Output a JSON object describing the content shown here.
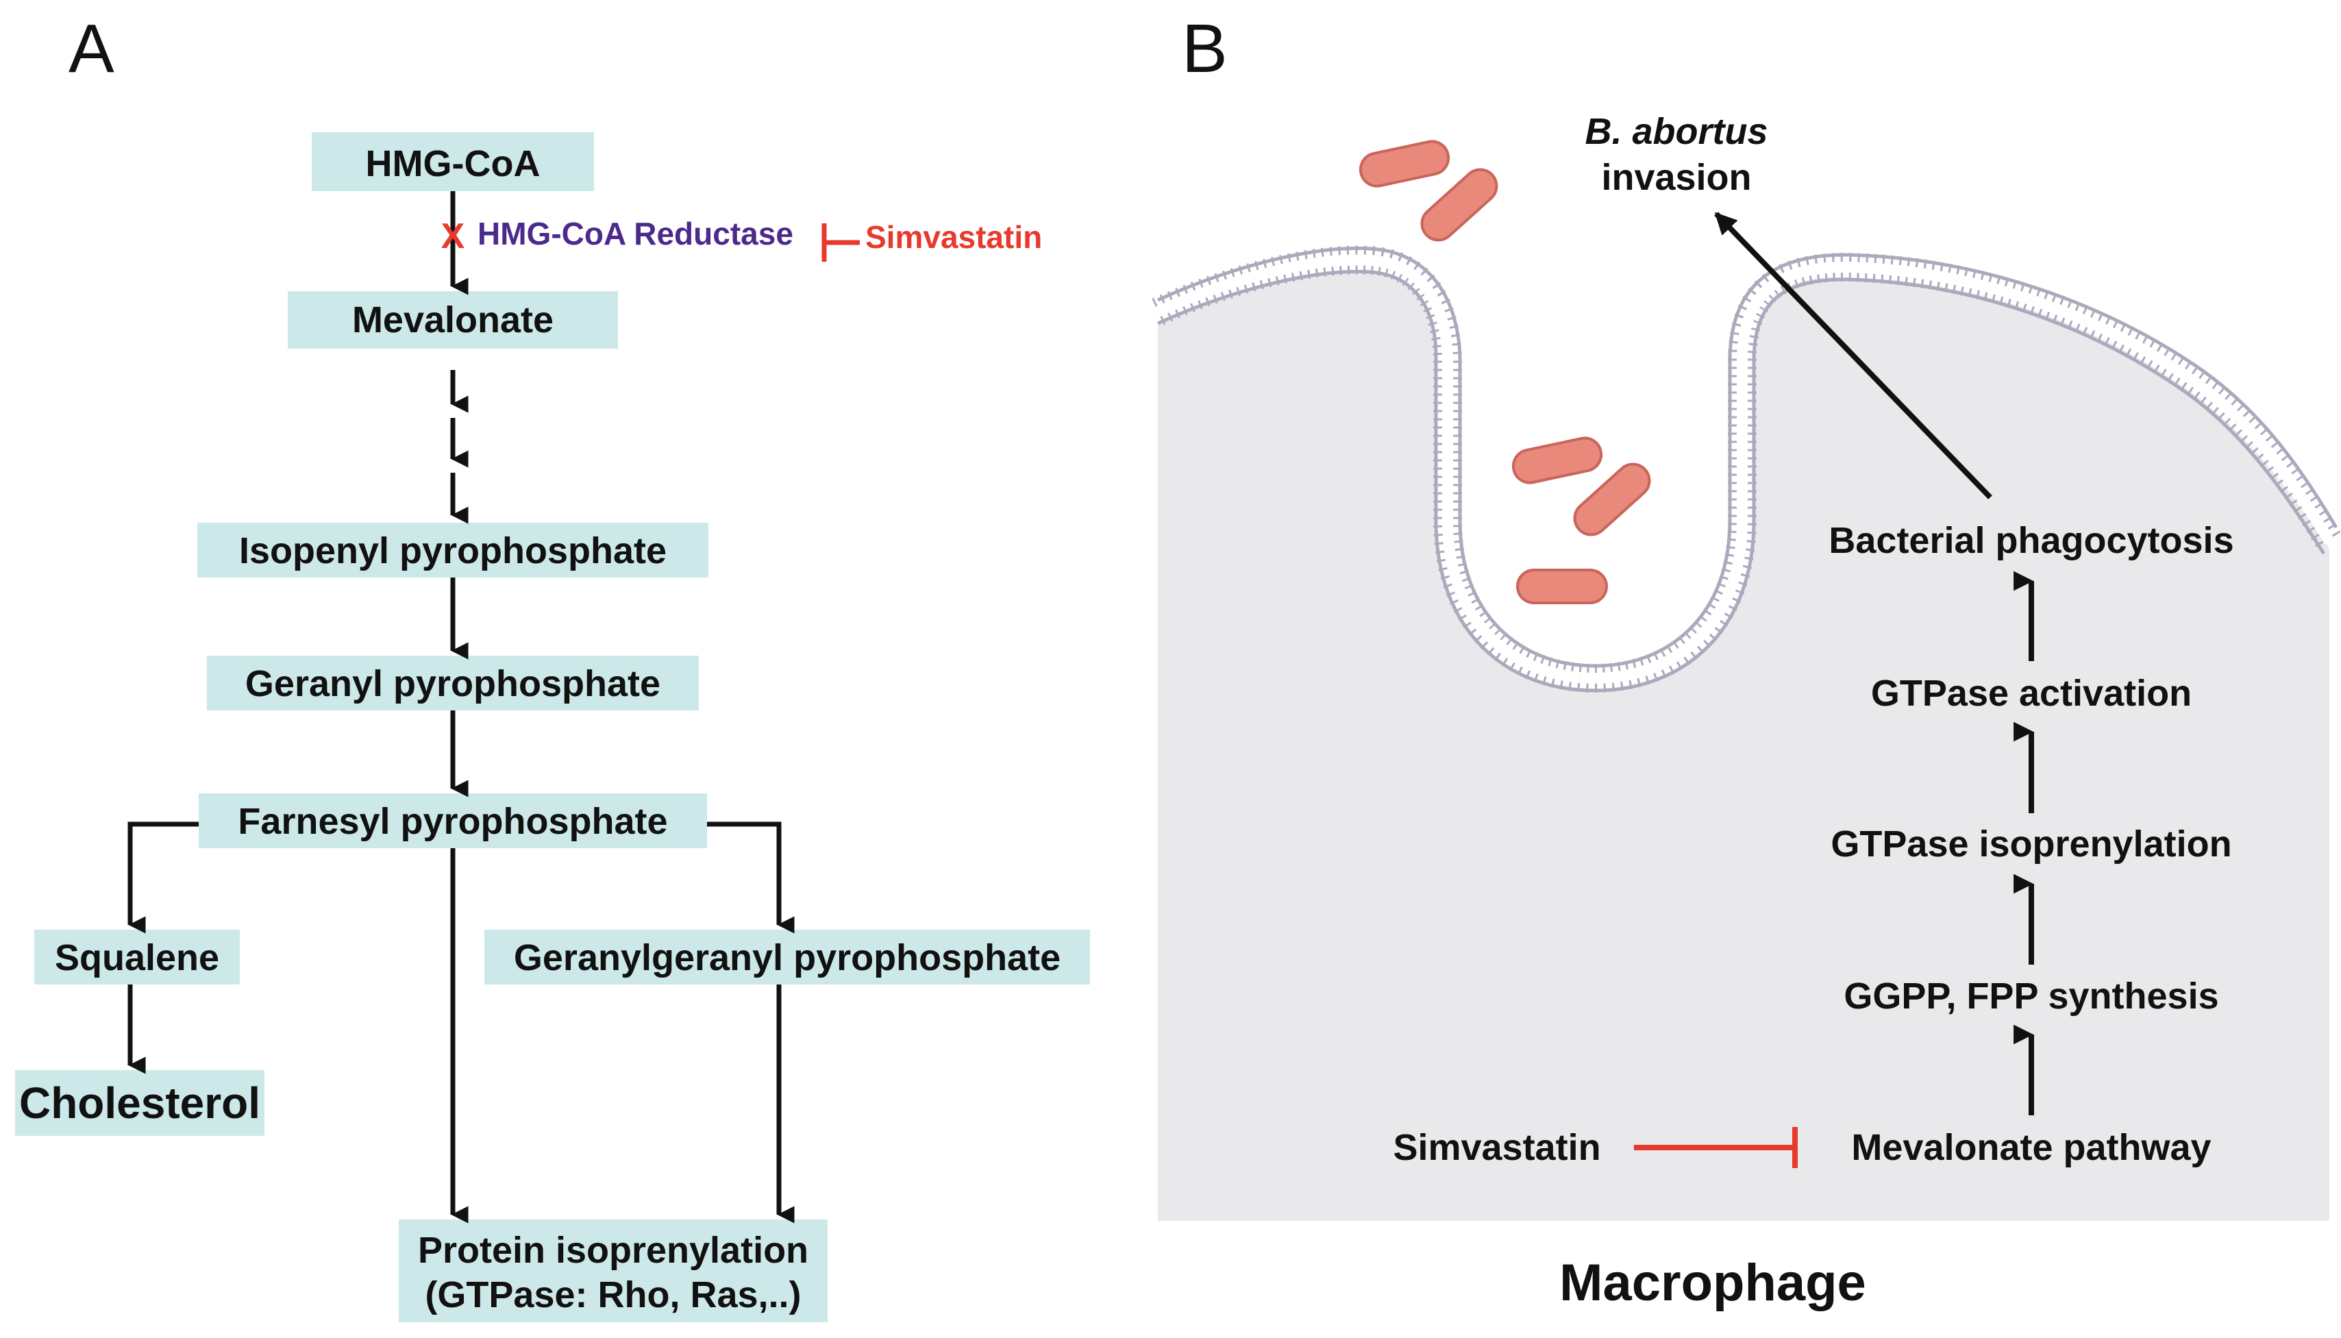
{
  "colors": {
    "box_fill": "#cde8e8",
    "arrow": "#111111",
    "inhibit": "#e8392d",
    "enzyme_text": "#4b2a8c",
    "cell_fill": "#e9e9eb",
    "membrane": "#a9abbd",
    "bacteria": "#e8897c"
  },
  "panel_a": {
    "letter": "A",
    "nodes": {
      "hmg_coa": "HMG-CoA",
      "mevalonate": "Mevalonate",
      "isopentenyl_pp": "Isopenyl pyrophosphate",
      "geranyl_pp": "Geranyl pyrophosphate",
      "farnesyl_pp": "Farnesyl pyrophosphate",
      "squalene": "Squalene",
      "cholesterol": "Cholesterol",
      "geranylgeranyl_pp": "Geranylgeranyl pyrophosphate",
      "protein_isoprenylation_line1": "Protein isoprenylation",
      "protein_isoprenylation_line2": "(GTPase: Rho, Ras,..)"
    },
    "enzyme": "HMG-CoA Reductase",
    "inhibitor": "Simvastatin",
    "block_mark": "X"
  },
  "panel_b": {
    "letter": "B",
    "invasion_line1": "B. abortus",
    "invasion_line2": "invasion",
    "steps": [
      "Bacterial phagocytosis",
      "GTPase activation",
      "GTPase isoprenylation",
      "GGPP, FPP synthesis",
      "Mevalonate pathway"
    ],
    "inhibitor": "Simvastatin",
    "cell_label": "Macrophage"
  }
}
